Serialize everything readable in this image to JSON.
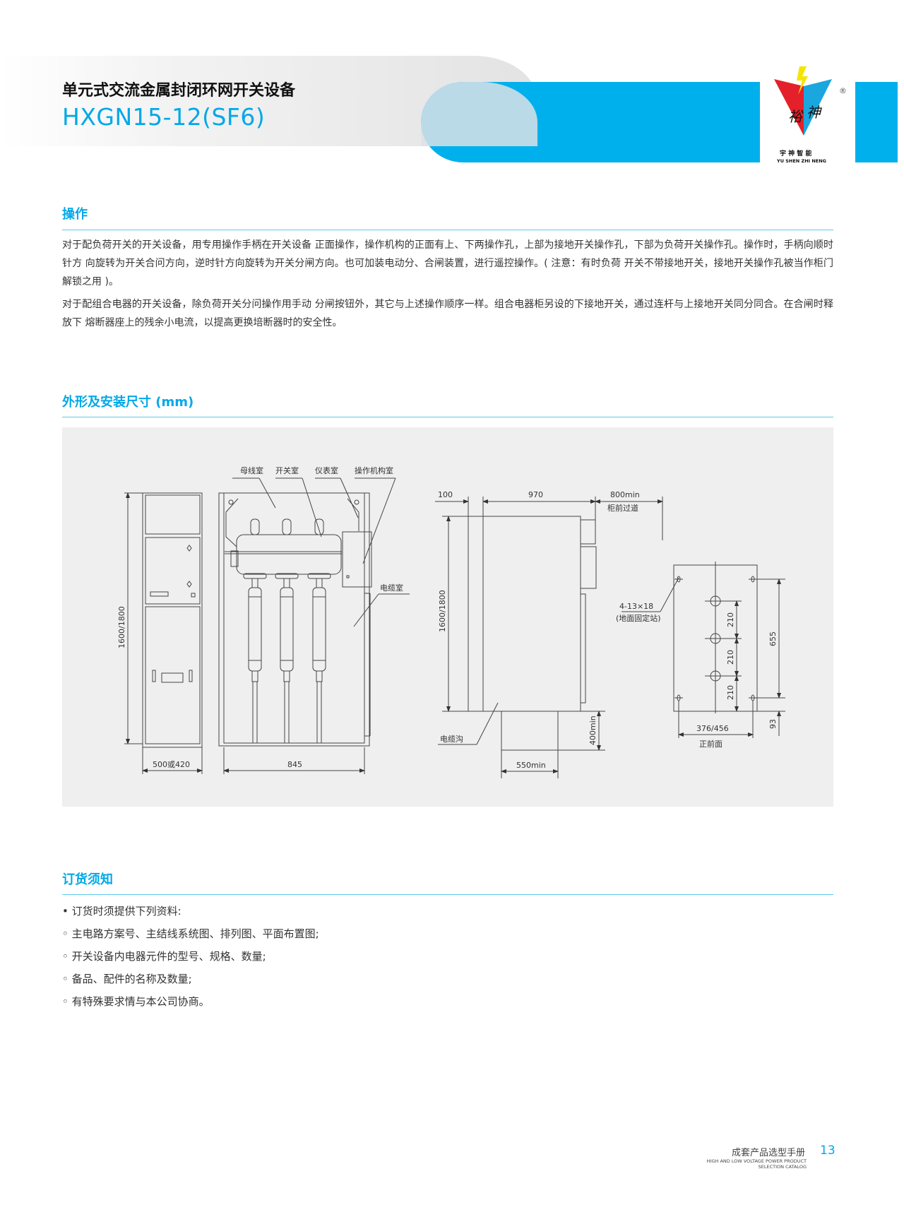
{
  "header": {
    "title": "单元式交流金属封闭环网开关设备",
    "model": "HXGN15-12(SF6)",
    "brand_cn": "宇 神 智 能",
    "brand_en": "YU SHEN ZHI NENG",
    "logo_chars": "裕神",
    "registered": "®",
    "accent": "#00b0ec"
  },
  "operation": {
    "title": "操作",
    "paragraphs": [
      "对于配负荷开关的开关设备，用专用操作手柄在开关设备 正面操作，操作机构的正面有上、下两操作孔，上部为接地开关操作孔，下部为负荷开关操作孔。操作时，手柄向顺时针方 向旋转为开关合问方向，逆时针方向旋转为开关分闸方向。也可加装电动分、合闸装置，进行遥控操作。( 注意：有时负荷 开关不带接地开关，接地开关操作孔被当作柜门解锁之用 )。",
      "对于配组合电器的开关设备，除负荷开关分问操作用手动 分闸按钮外，其它与上述操作顺序一样。组合电器柜另设的下接地开关，通过连杆与上接地开关同分同合。在合闸时释放下 熔断器座上的残余小电流，以提高更换培断器时的安全性。"
    ]
  },
  "dimensions": {
    "title": "外形及安装尺寸 (mm)",
    "front": {
      "height": "1600/1800",
      "width_left": "500或420",
      "width_right": "845",
      "labels": [
        "母线室",
        "开关室",
        "仪表室",
        "操作机构室"
      ],
      "cable_room": "电缆室"
    },
    "side": {
      "d100": "100",
      "d970": "970",
      "d800": "800min",
      "aisle": "柜前过道",
      "height": "1600/1800",
      "trench": "电缆沟",
      "d400": "400min",
      "d550": "550min"
    },
    "plan": {
      "holes": "4-13×18",
      "holes_note": "(地面固定站)",
      "d210": "210",
      "d655": "655",
      "d93": "93",
      "width": "376/456",
      "front": "正前面"
    }
  },
  "ordering": {
    "title": "订货须知",
    "items": [
      "• 订货时须提供下列资料:",
      "◦ 主电路方案号、主结线系统图、排列图、平面布置图;",
      "◦ 开关设备内电器元件的型号、规格、数量;",
      "◦ 备品、配件的名称及数量;",
      "◦ 有特殊要求情与本公司协商。"
    ]
  },
  "footer": {
    "catalog_cn": "成套产品选型手册",
    "catalog_en_1": "HIGH AND LOW VOLTAGE POWER PRODUCT",
    "catalog_en_2": "SELECTION CATALOG",
    "page": "13"
  }
}
